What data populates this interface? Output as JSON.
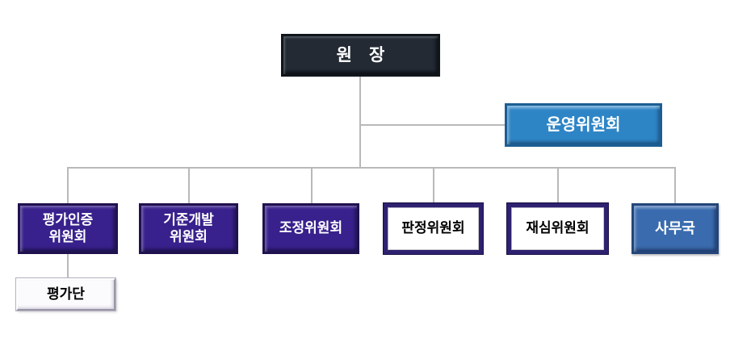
{
  "org": {
    "director": {
      "label": "원　장"
    },
    "steering": {
      "label": "운영위원회"
    },
    "committees": [
      {
        "id": "evaluation-accreditation",
        "style": "purple",
        "lines": [
          "평가인증",
          "위원회"
        ]
      },
      {
        "id": "standards-development",
        "style": "purple",
        "lines": [
          "기준개발",
          "위원회"
        ]
      },
      {
        "id": "coordination",
        "style": "purple",
        "lines": [
          "조정위원회"
        ]
      },
      {
        "id": "adjudication",
        "style": "outline",
        "lines": [
          "판정위원회"
        ]
      },
      {
        "id": "re-examination",
        "style": "outline",
        "lines": [
          "재심위원회"
        ]
      },
      {
        "id": "secretariat",
        "style": "office",
        "lines": [
          "사무국"
        ]
      }
    ],
    "evaluation_team": {
      "label": "평가단"
    }
  },
  "colors": {
    "background": "#ffffff",
    "connector": "#b9b9b9",
    "director_fill": "#232a34",
    "steering_fill": "#2e85c6",
    "committee_purple_fill": "#38218c",
    "outline_border": "#2e2170",
    "secretariat_fill": "#3a6bae",
    "team_fill": "#fbfafd"
  }
}
